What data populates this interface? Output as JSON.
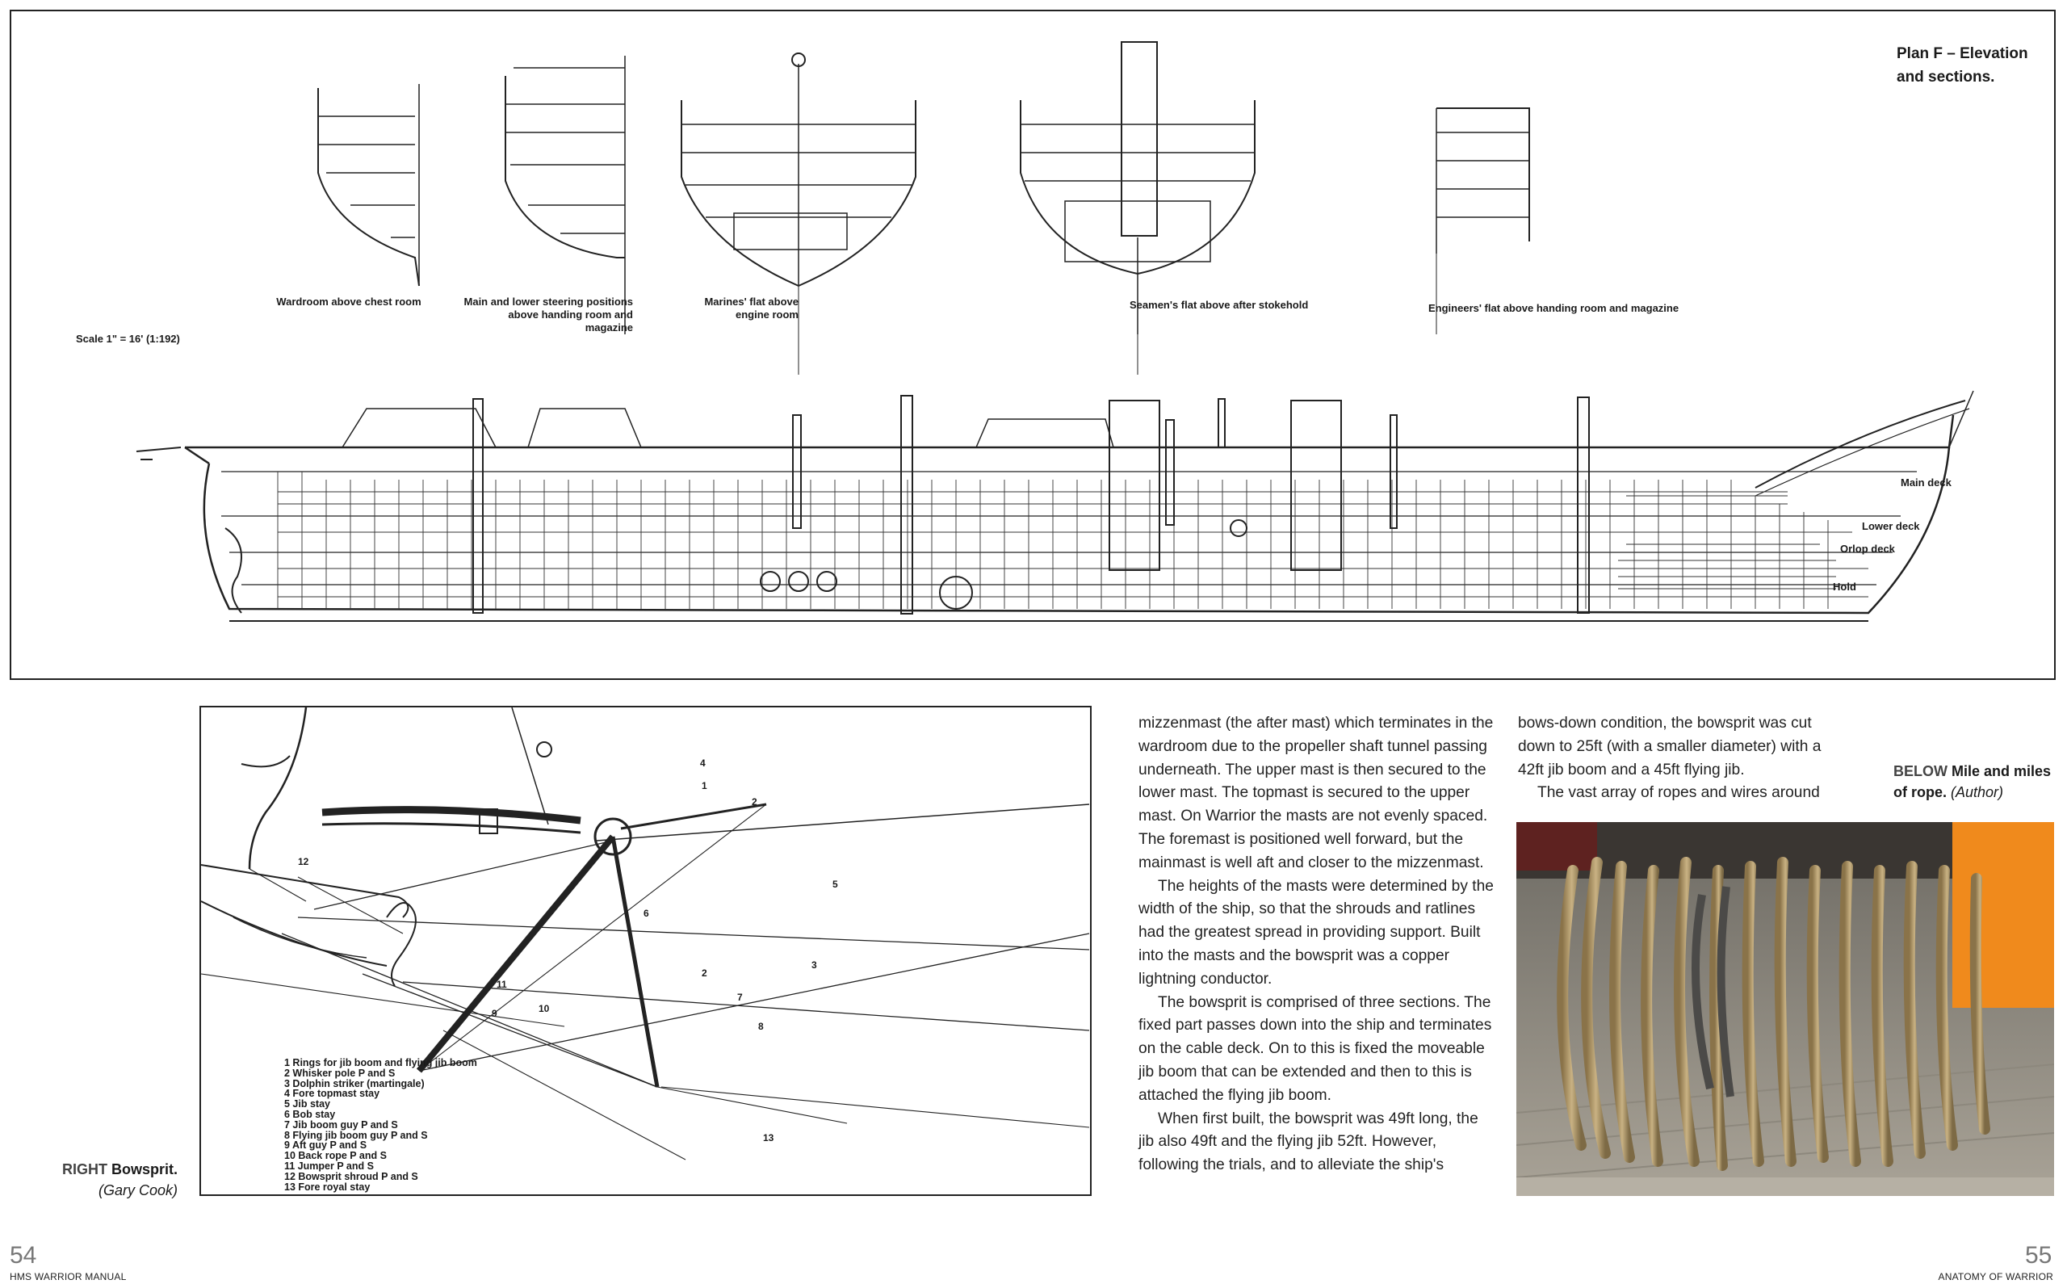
{
  "plan": {
    "title": "Plan F – Elevation and sections.",
    "scale": "Scale 1\" = 16' (1:192)",
    "section_labels": [
      "Wardroom above chest room",
      "Main and lower steering positions above handing room and magazine",
      "Marines' flat above engine room",
      "Seamen's flat above after stokehold",
      "Engineers' flat above handing room and magazine"
    ],
    "deck_labels": [
      "Main deck",
      "Lower deck",
      "Orlop deck",
      "Hold"
    ]
  },
  "bowsprit": {
    "caption_lead": "RIGHT",
    "caption_text": "Bowsprit.",
    "credit": "(Gary Cook)",
    "legend": [
      "1  Rings for jib boom and flying jib boom",
      "2  Whisker pole P and S",
      "3  Dolphin striker (martingale)",
      "4  Fore topmast stay",
      "5  Jib stay",
      "6  Bob stay",
      "7  Jib boom guy P and S",
      "8  Flying jib boom guy P and S",
      "9  Aft guy P and S",
      "10  Back rope P and S",
      "11  Jumper P and S",
      "12  Bowsprit shroud P and S",
      "13  Fore royal stay"
    ],
    "numbers": [
      "1",
      "2",
      "3",
      "4",
      "5",
      "6",
      "7",
      "8",
      "9",
      "10",
      "11",
      "12",
      "13"
    ]
  },
  "text": {
    "col1": [
      "mizzenmast (the after mast) which terminates in the wardroom due to the propeller shaft tunnel passing underneath. The upper mast is then secured to the lower mast. The topmast is secured to the upper mast. On Warrior the masts are not evenly spaced. The foremast is positioned well forward, but the mainmast is well aft and closer to the mizzenmast.",
      "The heights of the masts were determined by the width of the ship, so that the shrouds and ratlines had the greatest spread in providing support. Built into the masts and the bowsprit was a copper lightning conductor.",
      "The bowsprit is comprised of three sections. The fixed part passes down into the ship and terminates on the cable deck. On to this is fixed the moveable jib boom that can be extended and then to this is attached the flying jib boom.",
      "When first built, the bowsprit was 49ft long, the jib also 49ft and the flying jib 52ft. However, following the trials, and to alleviate the ship's"
    ],
    "col2": [
      "bows-down condition, the bowsprit was cut down to 25ft (with a smaller diameter) with a 42ft jib boom and a 45ft flying jib.",
      "The vast array of ropes and wires around"
    ]
  },
  "photo": {
    "caption_lead": "BELOW",
    "caption_text": "Mile and miles of rope.",
    "credit": "(Author)"
  },
  "footer": {
    "left_page": "54",
    "left_running": "HMS WARRIOR MANUAL",
    "right_page": "55",
    "right_running": "ANATOMY OF WARRIOR"
  },
  "colors": {
    "ink": "#1a1a1a",
    "folio": "#777777",
    "rope": "#b49a68",
    "deck": "#8e8a80",
    "orange": "#f08a1c"
  }
}
